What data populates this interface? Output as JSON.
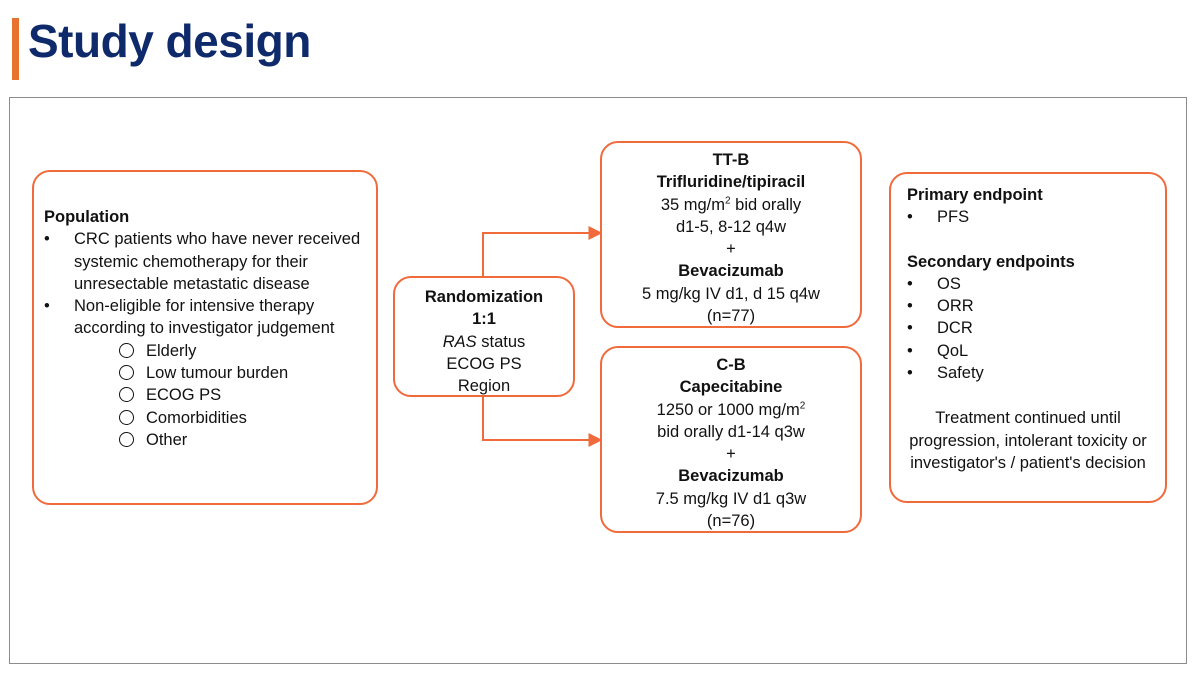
{
  "slide": {
    "title": "Study design"
  },
  "colors": {
    "accent": "#e8732f",
    "box_border": "#f06a3b",
    "title": "#0f2a6b",
    "frame": "#8c8c8c"
  },
  "population": {
    "heading": "Population",
    "bullets": [
      "CRC patients who have never received systemic chemotherapy for their unresectable metastatic disease",
      "Non-eligible for intensive therapy according to investigator judgement"
    ],
    "sub_items": [
      "Elderly",
      "Low tumour burden",
      "ECOG PS",
      "Comorbidities",
      "Other"
    ]
  },
  "randomization": {
    "title": "Randomization",
    "ratio": "1:1",
    "strat1_italic": "RAS",
    "strat1_rest": " status",
    "strat2": "ECOG PS",
    "strat3": "Region"
  },
  "arm_ttb": {
    "name": "TT-B",
    "drug1": "Trifluridine/tipiracil",
    "dose1_a": "35 mg/m",
    "dose1_sup": "2",
    "dose1_b": " bid orally",
    "schedule1": "d1-5, 8-12 q4w",
    "plus": "+",
    "drug2": "Bevacizumab",
    "dose2": "5 mg/kg IV d1, d 15 q4w",
    "n": "(n=77)"
  },
  "arm_cb": {
    "name": "C-B",
    "drug1": "Capecitabine",
    "dose1_a": "1250 or 1000 mg/m",
    "dose1_sup": "2",
    "schedule1": "bid orally d1-14 q3w",
    "plus": "+",
    "drug2": "Bevacizumab",
    "dose2": "7.5 mg/kg IV d1 q3w",
    "n": "(n=76)"
  },
  "endpoints": {
    "primary_heading": "Primary endpoint",
    "primary": [
      "PFS"
    ],
    "secondary_heading": "Secondary endpoints",
    "secondary": [
      "OS",
      "ORR",
      "DCR",
      "QoL",
      "Safety"
    ],
    "note": "Treatment continued until progression, intolerant toxicity or investigator's / patient's decision"
  }
}
